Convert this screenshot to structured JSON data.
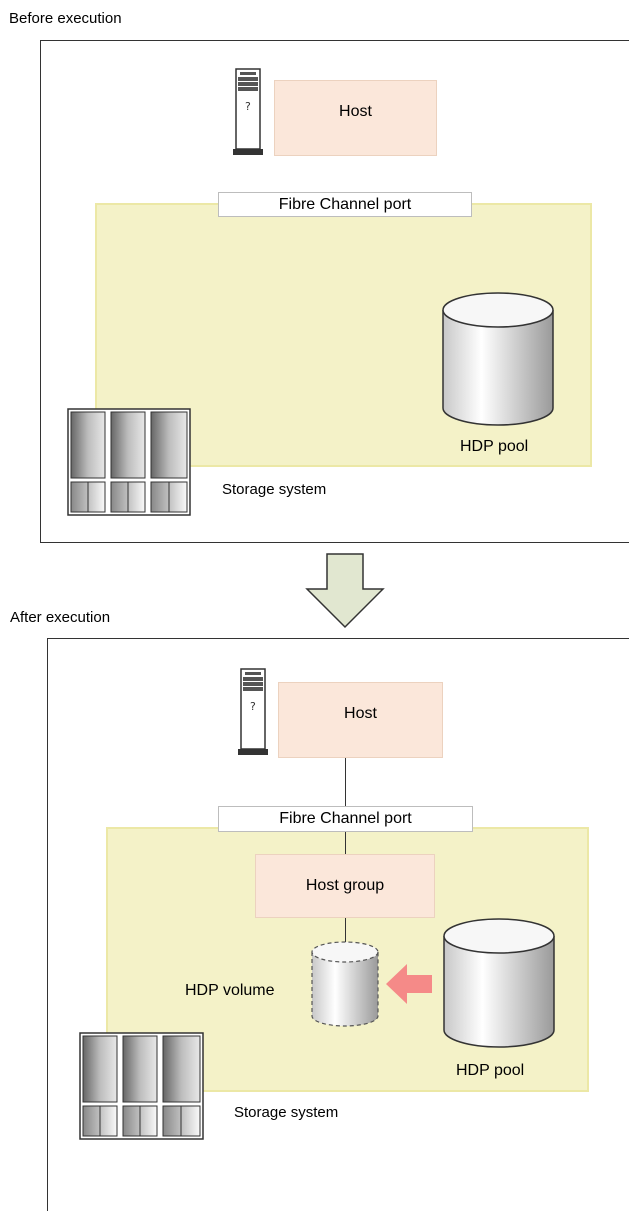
{
  "before": {
    "title": "Before execution",
    "host_label": "Host",
    "port_label": "Fibre Channel port",
    "pool_label": "HDP pool",
    "storage_label": "Storage system"
  },
  "after": {
    "title": "After execution",
    "host_label": "Host",
    "port_label": "Fibre Channel port",
    "host_group_label": "Host group",
    "volume_label": "HDP volume",
    "pool_label": "HDP pool",
    "storage_label": "Storage system"
  },
  "icons": {
    "host": "server-tower-icon",
    "storage": "storage-rack-icon",
    "pool": "cylinder-icon",
    "volume": "dashed-cylinder-icon",
    "flow": "down-arrow-icon",
    "allocation": "left-arrow-icon"
  },
  "colors": {
    "storage_area": "#f4f2c8",
    "host_box": "#fbe7da",
    "flow_arrow": "#e1e7d0",
    "allocation_arrow": "#f58a88"
  }
}
